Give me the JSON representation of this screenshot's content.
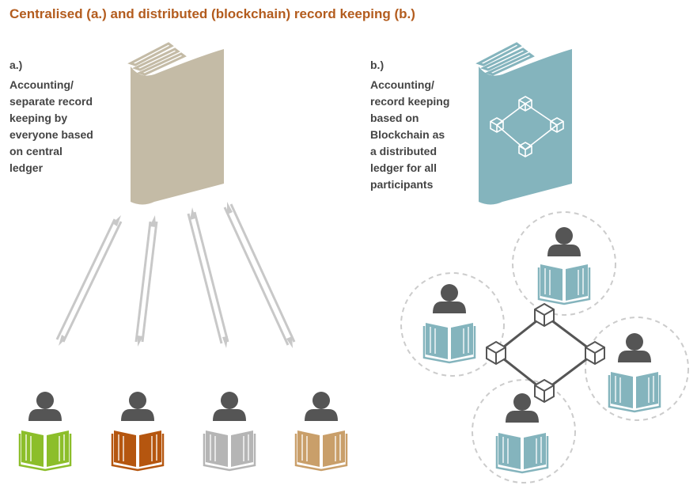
{
  "title": "Centralised (a.) and distributed (blockchain) record keeping (b.)",
  "panel_a": {
    "label": "a.)",
    "description": "Accounting/\nseparate record\nkeeping by\neveryone based\non central\nledger",
    "ledger_color": "#c4bba6",
    "participant_book_colors": [
      "#8cbe2a",
      "#b5560f",
      "#b5b5b5",
      "#c99f6a"
    ]
  },
  "panel_b": {
    "label": "b.)",
    "description": "Accounting/\nrecord keeping\nbased on\nBlockchain as\na distributed\nledger for all\nparticipants",
    "ledger_color": "#84b4bd"
  },
  "colors": {
    "title": "#b35c1e",
    "text": "#444444",
    "person": "#555555",
    "arrow": "#c8c8c8",
    "network": "#555555",
    "circle": "#cccccc"
  },
  "icons": {
    "ledger": "book-icon",
    "participant": "person-icon",
    "participant_ledger": "open-book-icon",
    "node": "cube-icon",
    "arrow": "double-arrow-icon"
  }
}
